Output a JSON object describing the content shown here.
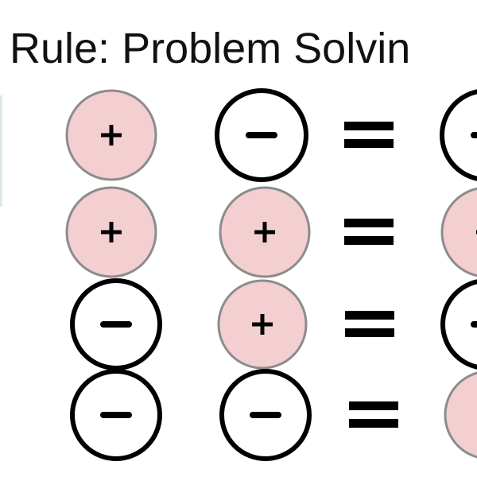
{
  "title": "Rule: Problem Solvin",
  "colors": {
    "positive_fill": "#f3cfd2",
    "positive_stroke": "#8c8c8c",
    "negative_fill": "#ffffff",
    "negative_stroke": "#000000",
    "sign": "#000000"
  },
  "rows": [
    {
      "first": "positive",
      "second": "negative",
      "result": "negative"
    },
    {
      "first": "positive",
      "second": "positive",
      "result": "positive"
    },
    {
      "first": "negative",
      "second": "positive",
      "result": "negative"
    },
    {
      "first": "negative",
      "second": "negative",
      "result": "positive"
    }
  ]
}
